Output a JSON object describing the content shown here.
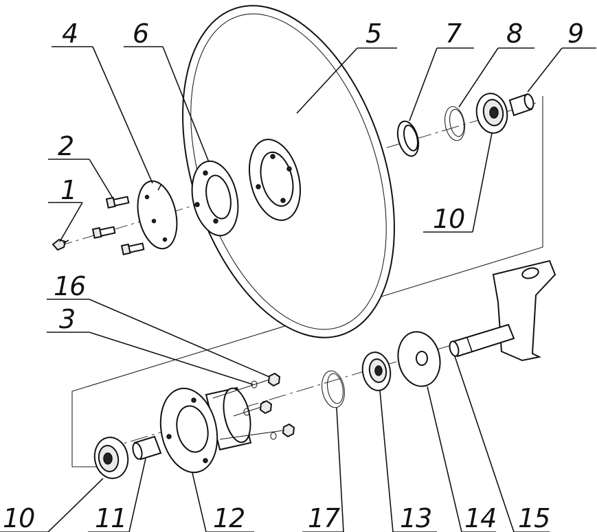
{
  "callouts": [
    {
      "id": "c1",
      "text": "1"
    },
    {
      "id": "c2",
      "text": "2"
    },
    {
      "id": "c3",
      "text": "3"
    },
    {
      "id": "c4",
      "text": "4"
    },
    {
      "id": "c5",
      "text": "5"
    },
    {
      "id": "c6",
      "text": "6"
    },
    {
      "id": "c7",
      "text": "7"
    },
    {
      "id": "c8",
      "text": "8"
    },
    {
      "id": "c9",
      "text": "9"
    },
    {
      "id": "c10a",
      "text": "10"
    },
    {
      "id": "c10b",
      "text": "10"
    },
    {
      "id": "c11",
      "text": "11"
    },
    {
      "id": "c12",
      "text": "12"
    },
    {
      "id": "c13",
      "text": "13"
    },
    {
      "id": "c14",
      "text": "14"
    },
    {
      "id": "c15",
      "text": "15"
    },
    {
      "id": "c16",
      "text": "16"
    },
    {
      "id": "c17",
      "text": "17"
    }
  ]
}
